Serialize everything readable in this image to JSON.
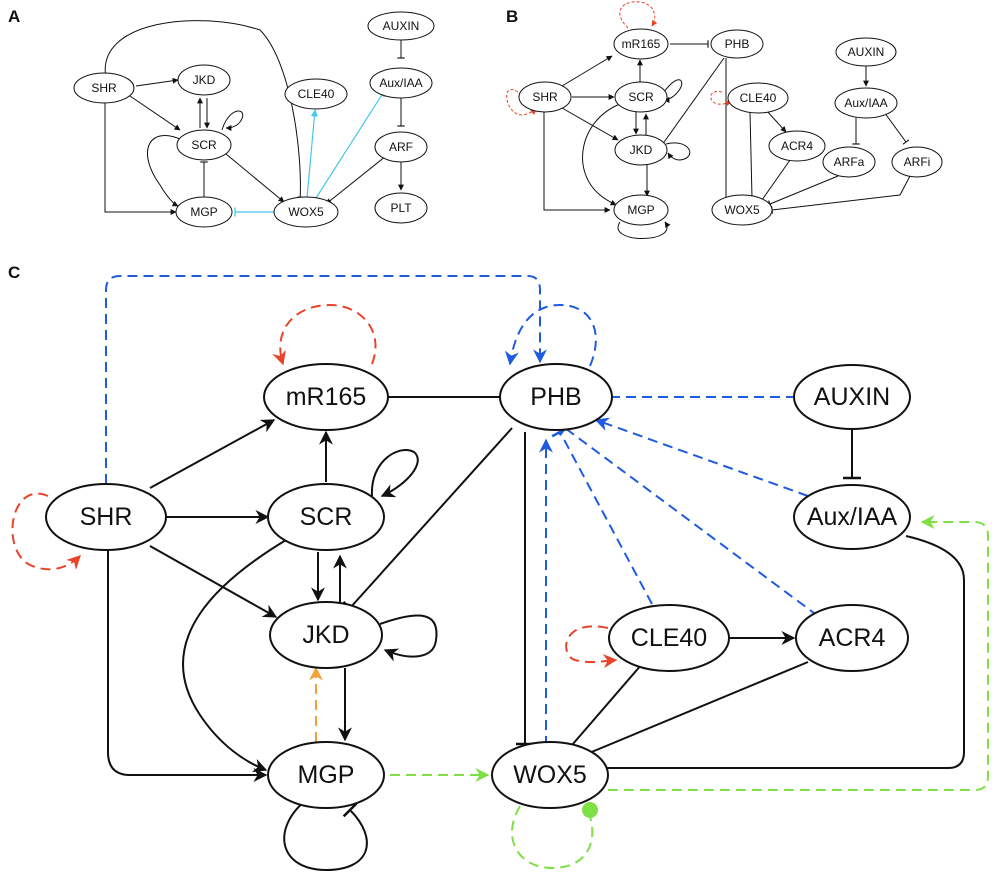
{
  "panels": {
    "a": {
      "label": "A",
      "nodes": {
        "shr": "SHR",
        "jkd": "JKD",
        "scr": "SCR",
        "mgp": "MGP",
        "wox5": "WOX5",
        "cle40": "CLE40",
        "auxiaa": "Aux/IAA",
        "auxin": "AUXIN",
        "arf": "ARF",
        "plt": "PLT"
      }
    },
    "b": {
      "label": "B",
      "nodes": {
        "mr165": "mR165",
        "phb": "PHB",
        "shr": "SHR",
        "scr": "SCR",
        "jkd": "JKD",
        "mgp": "MGP",
        "cle40": "CLE40",
        "acr4": "ACR4",
        "wox5": "WOX5",
        "auxin": "AUXIN",
        "auxiaa": "Aux/IAA",
        "arfa": "ARFa",
        "arfi": "ARFi"
      }
    },
    "c": {
      "label": "C",
      "nodes": {
        "mr165": "mR165",
        "phb": "PHB",
        "auxin": "AUXIN",
        "shr": "SHR",
        "scr": "SCR",
        "auxiaa": "Aux/IAA",
        "jkd": "JKD",
        "cle40": "CLE40",
        "acr4": "ACR4",
        "mgp": "MGP",
        "wox5": "WOX5"
      }
    }
  },
  "colors": {
    "black": "#111111",
    "red": "#e8442a",
    "blue": "#1f5be0",
    "cyan": "#45c8e4",
    "green": "#7fe046",
    "orange": "#f2a23a"
  }
}
